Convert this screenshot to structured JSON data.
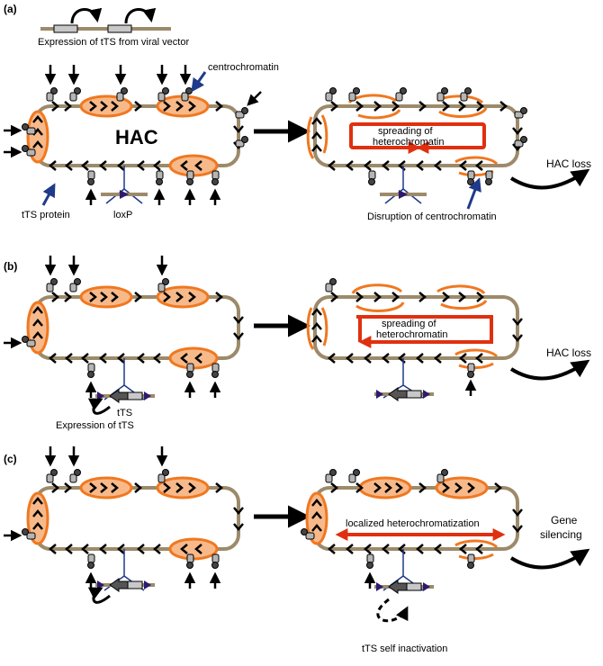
{
  "panels": {
    "a": {
      "tag": "(a)",
      "top_caption": "Expression of tTS from viral vector",
      "hac_label": "HAC",
      "centro_label": "centrochromatin",
      "tts_protein_label": "tTS protein",
      "loxp_label": "loxP",
      "spread_line1": "spreading of",
      "spread_line2": "heterochromatin",
      "disruption_label": "Disruption of centrochromatin",
      "outcome": "HAC loss"
    },
    "b": {
      "tag": "(b)",
      "tts_label": "tTS",
      "expression_label": "Expression of tTS",
      "spread_line1": "spreading of",
      "spread_line2": "heterochromatin",
      "outcome": "HAC loss"
    },
    "c": {
      "tag": "(c)",
      "localized_label": "localized heterochromatization",
      "outcome_line1": "Gene",
      "outcome_line2": "silencing",
      "self_inact_label": "tTS self inactivation"
    }
  },
  "colors": {
    "chromatin": "#9c8a6a",
    "centrochromatin_fill": "#f7b98a",
    "centrochromatin_stroke": "#f07820",
    "heterochromatin_arrow": "#e03010",
    "pointer_blue": "#1f3a8a",
    "loxp": "#2c1a6e",
    "tts_gray": "#c8c8c8",
    "tts_dark": "#555555"
  }
}
